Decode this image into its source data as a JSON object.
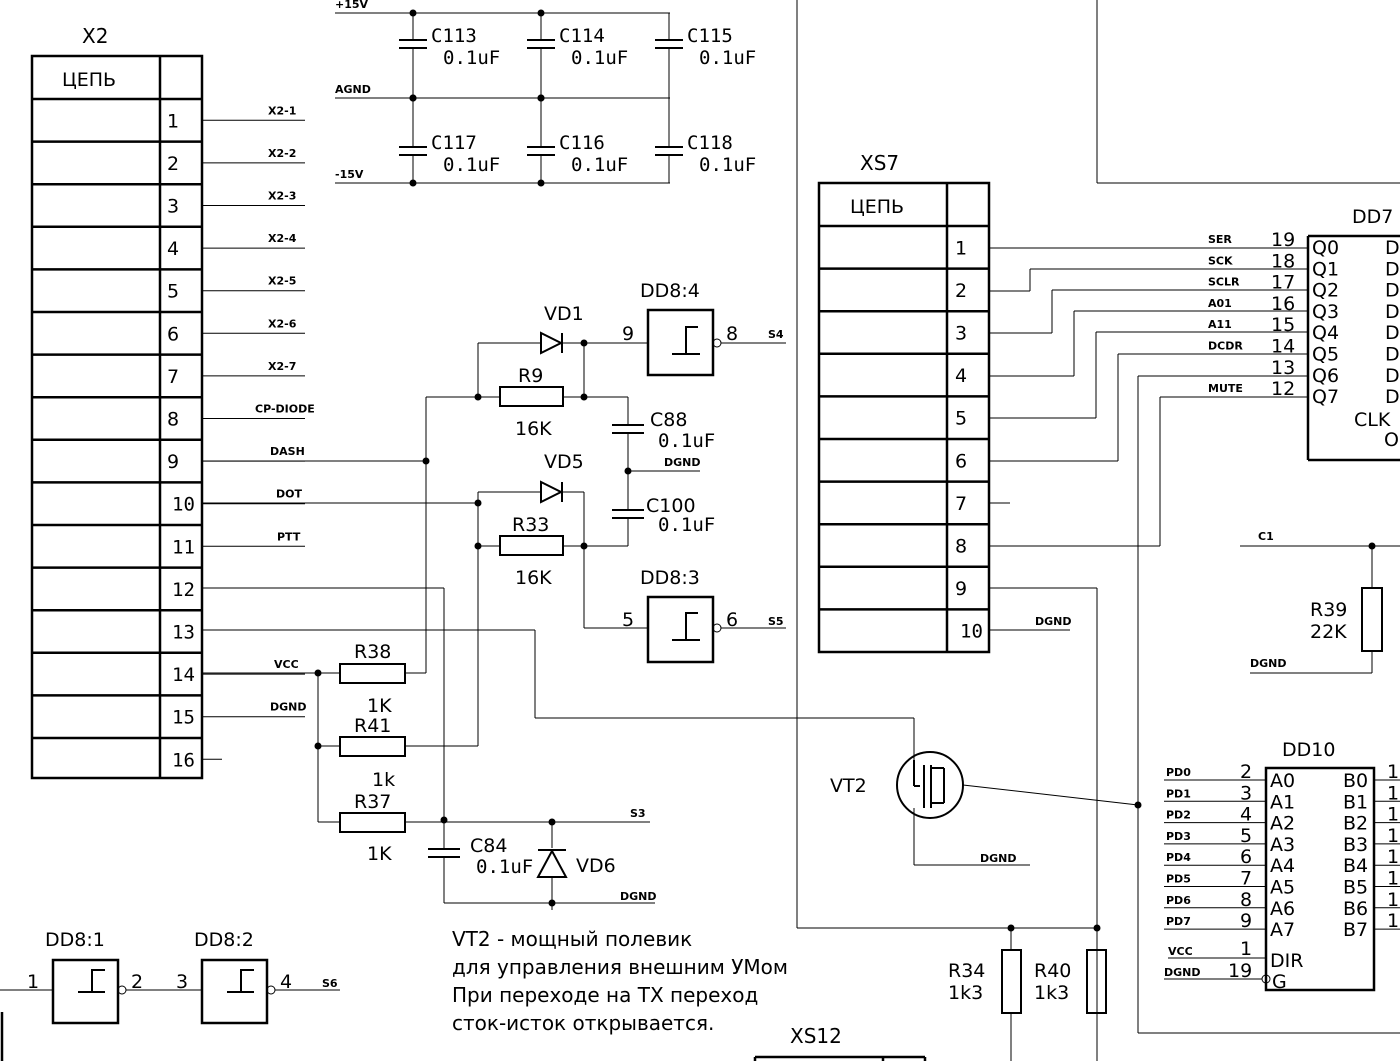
{
  "x2": {
    "ref": "X2",
    "header": "ЦЕПЬ",
    "pins": [
      "1",
      "2",
      "3",
      "4",
      "5",
      "6",
      "7",
      "8",
      "9",
      "10",
      "11",
      "12",
      "13",
      "14",
      "15",
      "16"
    ],
    "nets": [
      "X2-1",
      "X2-2",
      "X2-3",
      "X2-4",
      "X2-5",
      "X2-6",
      "X2-7",
      "CP-DIODE",
      "DASH",
      "DOT",
      "PTT",
      "",
      "",
      "VCC",
      "DGND",
      ""
    ]
  },
  "xs7": {
    "ref": "XS7",
    "header": "ЦЕПЬ",
    "pins": [
      "1",
      "2",
      "3",
      "4",
      "5",
      "6",
      "7",
      "8",
      "9",
      "10"
    ],
    "dgnd": "DGND"
  },
  "xs12": {
    "ref": "XS12"
  },
  "power": {
    "p15": "+15V",
    "agnd": "AGND",
    "m15": "-15V"
  },
  "caps_top": [
    {
      "ref": "C113",
      "val": "0.1uF"
    },
    {
      "ref": "C114",
      "val": "0.1uF"
    },
    {
      "ref": "C115",
      "val": "0.1uF"
    },
    {
      "ref": "C117",
      "val": "0.1uF"
    },
    {
      "ref": "C116",
      "val": "0.1uF"
    },
    {
      "ref": "C118",
      "val": "0.1uF"
    }
  ],
  "vd1": "VD1",
  "vd5": "VD5",
  "vd6": "VD6",
  "r9": {
    "ref": "R9",
    "val": "16K"
  },
  "r33": {
    "ref": "R33",
    "val": "16K"
  },
  "r38": {
    "ref": "R38",
    "val": "1K"
  },
  "r41": {
    "ref": "R41",
    "val": "1k"
  },
  "r37": {
    "ref": "R37",
    "val": "1K"
  },
  "r39": {
    "ref": "R39",
    "val": "22K"
  },
  "r34": {
    "ref": "R34",
    "val": "1k3"
  },
  "r40": {
    "ref": "R40",
    "val": "1k3"
  },
  "c88": {
    "ref": "C88",
    "val": "0.1uF"
  },
  "c100": {
    "ref": "C100",
    "val": "0.1uF"
  },
  "c84": {
    "ref": "C84",
    "val": "0.1uF"
  },
  "dd8_4": {
    "ref": "DD8:4",
    "pin_in": "9",
    "pin_out": "8",
    "net": "S4"
  },
  "dd8_3": {
    "ref": "DD8:3",
    "pin_in": "5",
    "pin_out": "6",
    "net": "S5"
  },
  "dd8_1": {
    "ref": "DD8:1",
    "pin_in": "1",
    "pin_out": "2"
  },
  "dd8_2": {
    "ref": "DD8:2",
    "pin_in": "3",
    "pin_out": "4",
    "net": "S6"
  },
  "nets_misc": {
    "dgnd": "DGND",
    "s3": "S3",
    "c1": "C1",
    "vcc": "VCC"
  },
  "vt2": "VT2",
  "dd7": {
    "ref": "DD7",
    "rows": [
      {
        "net": "SER",
        "pin": "19",
        "q": "Q0"
      },
      {
        "net": "SCK",
        "pin": "18",
        "q": "Q1"
      },
      {
        "net": "SCLR",
        "pin": "17",
        "q": "Q2"
      },
      {
        "net": "A01",
        "pin": "16",
        "q": "Q3"
      },
      {
        "net": "A11",
        "pin": "15",
        "q": "Q4"
      },
      {
        "net": "DCDR",
        "pin": "14",
        "q": "Q5"
      },
      {
        "net": "",
        "pin": "13",
        "q": "Q6"
      },
      {
        "net": "MUTE",
        "pin": "12",
        "q": "Q7"
      }
    ],
    "right_edge": [
      "D",
      "D",
      "D",
      "D",
      "D",
      "D",
      "D",
      "D"
    ],
    "clk": "CLK",
    "oe_partial": "O"
  },
  "dd10": {
    "ref": "DD10",
    "rows": [
      {
        "net": "PD0",
        "pin": "2",
        "a": "A0",
        "b": "B0",
        "rpin": "1"
      },
      {
        "net": "PD1",
        "pin": "3",
        "a": "A1",
        "b": "B1",
        "rpin": "1"
      },
      {
        "net": "PD2",
        "pin": "4",
        "a": "A2",
        "b": "B2",
        "rpin": "1"
      },
      {
        "net": "PD3",
        "pin": "5",
        "a": "A3",
        "b": "B3",
        "rpin": "1"
      },
      {
        "net": "PD4",
        "pin": "6",
        "a": "A4",
        "b": "B4",
        "rpin": "1"
      },
      {
        "net": "PD5",
        "pin": "7",
        "a": "A5",
        "b": "B5",
        "rpin": "1"
      },
      {
        "net": "PD6",
        "pin": "8",
        "a": "A6",
        "b": "B6",
        "rpin": "1"
      },
      {
        "net": "PD7",
        "pin": "9",
        "a": "A7",
        "b": "B7",
        "rpin": "1"
      }
    ],
    "dir": {
      "net": "VCC",
      "pin": "1",
      "name": "DIR"
    },
    "g": {
      "net": "DGND",
      "pin": "19",
      "name": "G"
    }
  },
  "note_lines": [
    "VT2 - мощный полевик",
    "для управления внешним УМом",
    "При переходе на ТХ переход",
    "сток-исток открывается."
  ]
}
